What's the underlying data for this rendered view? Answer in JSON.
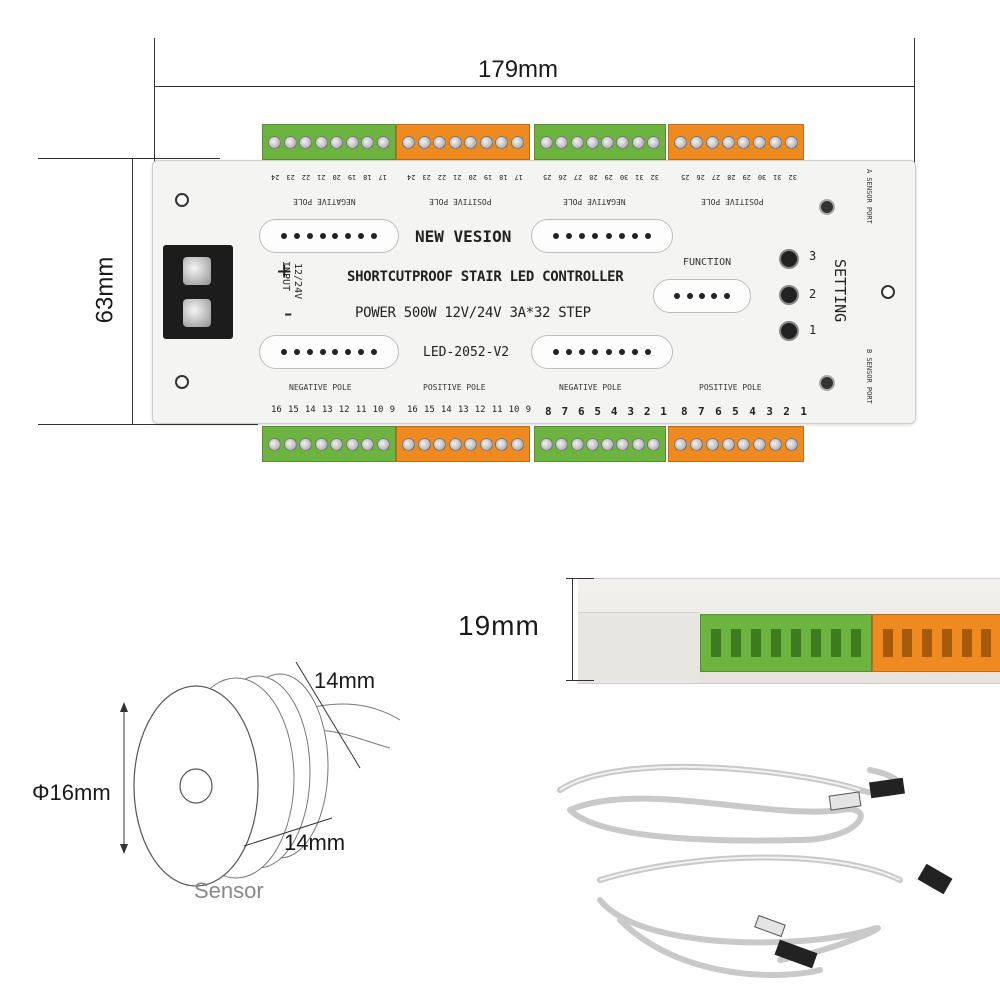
{
  "dimensions": {
    "width_label": "179mm",
    "height_label": "63mm",
    "depth_label": "19mm",
    "sensor_depth_label": "14mm",
    "sensor_length_label": "14mm",
    "sensor_diameter_label": "Φ16mm"
  },
  "controller": {
    "version_text": "NEW VESION",
    "title_text": "SHORTCUTPROOF STAIR LED CONTROLLER",
    "power_text": "POWER 500W 12V/24V 3A*32 STEP",
    "model_text": "LED-2052-V2",
    "input_label": "INPUT",
    "input_voltage": "12/24V",
    "plus_sign": "+",
    "minus_sign": "-",
    "function_label": "FUNCTION",
    "setting_label": "SETTING",
    "setting_numbers": [
      "1",
      "2",
      "3"
    ],
    "sensor_port_a": "A SENSOR PORT",
    "sensor_port_b": "B SENSOR PORT",
    "top_poles": [
      "NEGATIVE POLE",
      "POSITIVE POLE",
      "NEGATIVE POLE",
      "POSITIVE POLE"
    ],
    "bottom_poles": [
      "NEGATIVE POLE",
      "POSITIVE POLE",
      "NEGATIVE POLE",
      "POSITIVE POLE"
    ],
    "top_pins": [
      [
        "17",
        "18",
        "19",
        "20",
        "21",
        "22",
        "23",
        "24"
      ],
      [
        "17",
        "18",
        "19",
        "20",
        "21",
        "22",
        "23",
        "24"
      ],
      [
        "32",
        "31",
        "30",
        "29",
        "28",
        "27",
        "26",
        "25"
      ],
      [
        "32",
        "31",
        "30",
        "29",
        "28",
        "27",
        "26",
        "25"
      ]
    ],
    "bottom_pins": [
      [
        "16",
        "15",
        "14",
        "13",
        "12",
        "11",
        "10",
        "9"
      ],
      [
        "16",
        "15",
        "14",
        "13",
        "12",
        "11",
        "10",
        "9"
      ],
      [
        "8",
        "7",
        "6",
        "5",
        "4",
        "3",
        "2",
        "1"
      ],
      [
        "8",
        "7",
        "6",
        "5",
        "4",
        "3",
        "2",
        "1"
      ]
    ]
  },
  "sensor": {
    "caption": "Sensor"
  },
  "colors": {
    "terminal_green": "#6cb33f",
    "terminal_orange": "#ee8a1f",
    "housing": "#f4f4f2"
  }
}
